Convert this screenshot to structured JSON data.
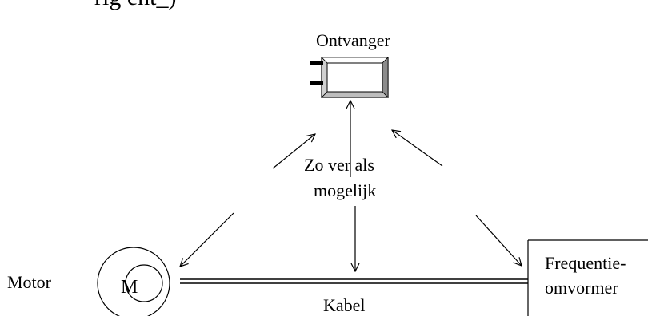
{
  "header_fragment": "rig ent_)",
  "labels": {
    "receiver": "Ontvanger",
    "distance_line1": "Zo ver als",
    "distance_line2": "mogelijk",
    "motor": "Motor",
    "motor_symbol": "M",
    "converter_line1": "Frequentie-",
    "converter_line2": "omvormer",
    "cable": "Kabel"
  }
}
